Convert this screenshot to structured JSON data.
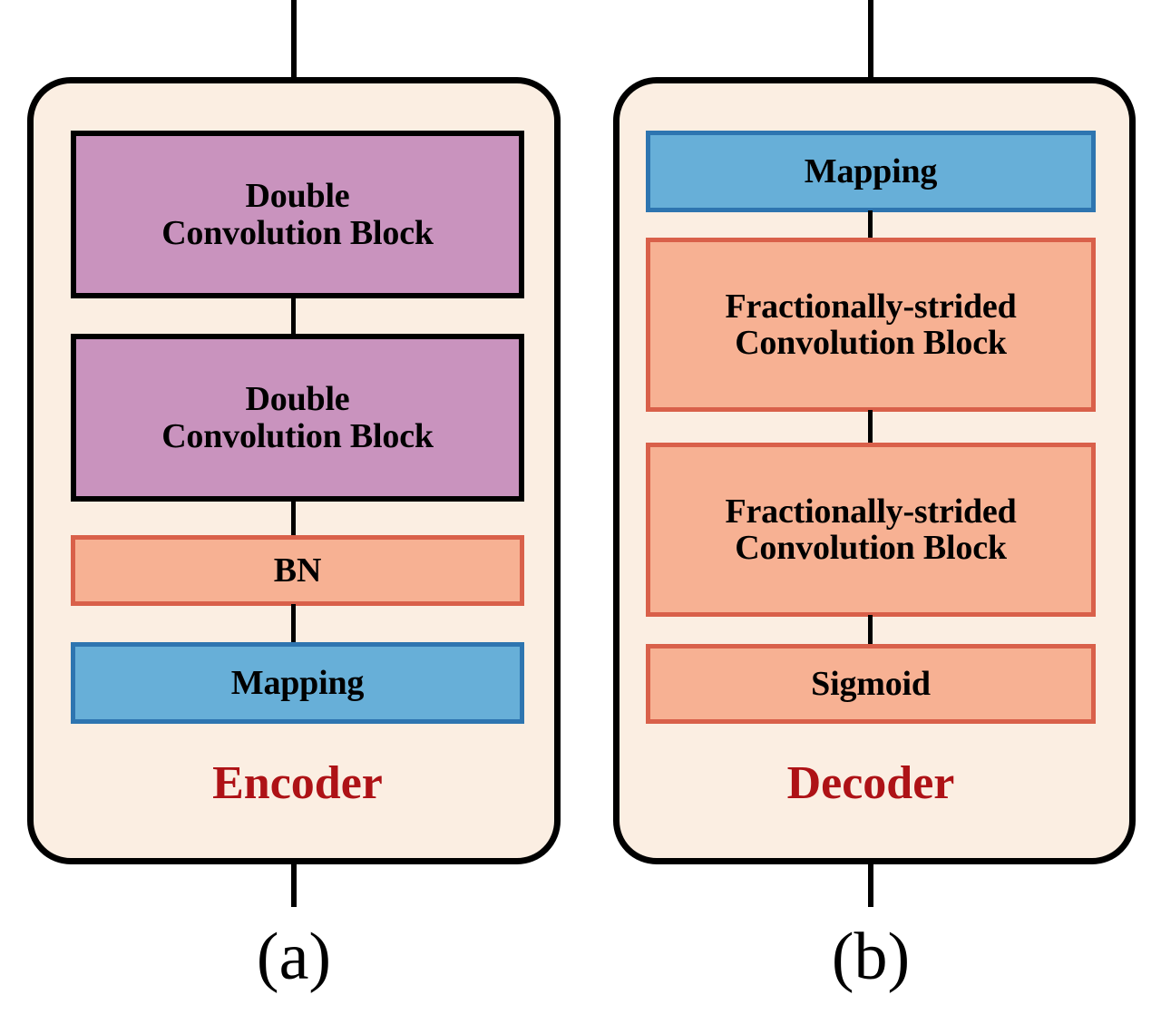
{
  "figure": {
    "title_colors": {
      "panel_background": "#fbeee2",
      "panel_border": "#000000",
      "purple_block_fill": "#c993be",
      "purple_block_border": "#000000",
      "orange_block_fill": "#f7b193",
      "orange_block_border": "#d9604a",
      "blue_block_fill": "#67afd8",
      "blue_block_border": "#2e75b0",
      "caption_red": "#ae1216",
      "connector_line": "#000000",
      "canvas_background": "#ffffff"
    }
  },
  "panels": [
    {
      "id": "encoder",
      "caption": "Encoder",
      "fig_label": "(a)",
      "blocks": [
        {
          "line1": "Double",
          "line2": "Convolution Block",
          "style": "purple"
        },
        {
          "line1": "Double",
          "line2": "Convolution Block",
          "style": "purple"
        },
        {
          "line1": "BN",
          "line2": "",
          "style": "orange"
        },
        {
          "line1": "Mapping",
          "line2": "",
          "style": "blue"
        }
      ]
    },
    {
      "id": "decoder",
      "caption": "Decoder",
      "fig_label": "(b)",
      "blocks": [
        {
          "line1": "Mapping",
          "line2": "",
          "style": "blue"
        },
        {
          "line1": "Fractionally-strided",
          "line2": "Convolution Block",
          "style": "orange"
        },
        {
          "line1": "Fractionally-strided",
          "line2": "Convolution Block",
          "style": "orange"
        },
        {
          "line1": "Sigmoid",
          "line2": "",
          "style": "orange"
        }
      ]
    }
  ]
}
